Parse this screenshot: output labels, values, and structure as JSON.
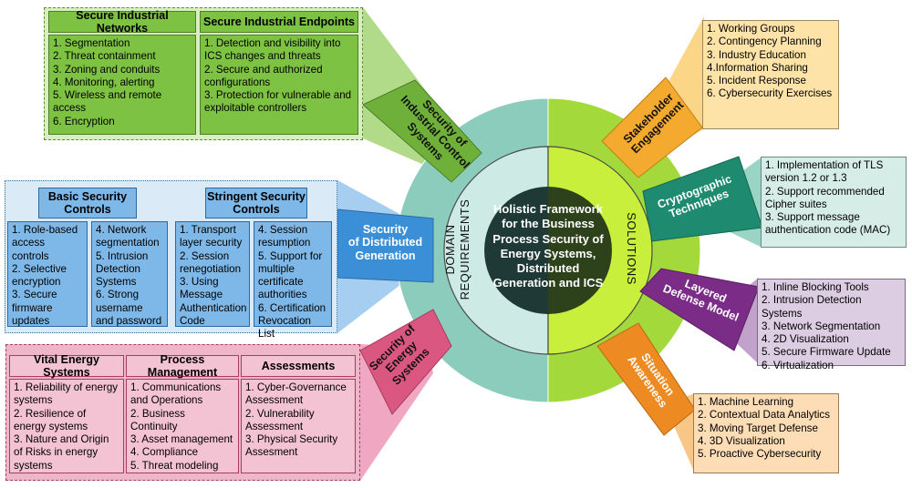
{
  "center": {
    "title": "Holistic Framework\nfor the Business\nProcess Security of\nEnergy Systems,\nDistributed\nGeneration and ICS"
  },
  "ring": {
    "left_label": "DOMAIN\nREQUIREMENTS",
    "right_label": "SOLUTIONS"
  },
  "colors": {
    "ics": "#7dc242",
    "distributed": "#3b8fd6",
    "energy": "#d95780",
    "stakeholder": "#f4a92f",
    "crypto": "#1e8a70",
    "defense": "#7b2c86",
    "situation": "#ee8a22"
  },
  "domains": {
    "ics": {
      "label": "Security of\nIndustrial Control\nSystems",
      "columns": [
        {
          "header": "Secure Industrial Networks",
          "body": "1. Segmentation\n2. Threat containment\n3. Zoning and conduits\n4. Monitoring, alerting\n5. Wireless and remote access\n6. Encryption"
        },
        {
          "header": "Secure Industrial Endpoints",
          "body": "1. Detection and visibility into ICS changes and threats\n2. Secure and authorized configurations\n3. Protection for vulnerable and exploitable controllers"
        }
      ]
    },
    "distributed": {
      "label": "Security\nof Distributed\nGeneration",
      "groups": [
        {
          "header": "Basic Security\nControls",
          "left": "1. Role-based access controls\n2. Selective encryption\n3. Secure firmware updates",
          "right": "4. Network segmentation\n5. Intrusion Detection Systems\n6. Strong username and password"
        },
        {
          "header": "Stringent Security\nControls",
          "left": "1. Transport layer security\n2. Session renegotiation\n3. Using Message Authentication Code",
          "right": "4. Session resumption\n5. Support for multiple certificate authorities\n6. Certification Revocation List"
        }
      ]
    },
    "energy": {
      "label": "Security of\nEnergy\nSystems",
      "columns": [
        {
          "header": "Vital Energy Systems",
          "body": "1. Reliability of energy systems\n2. Resilience of energy systems\n3. Nature and Origin of Risks in energy systems"
        },
        {
          "header": "Process Management",
          "body": "1. Communications and Operations\n2. Business Continuity\n3. Asset management\n4. Compliance\n5. Threat modeling"
        },
        {
          "header": "Assessments",
          "body": "1. Cyber-Governance Assessment\n2. Vulnerability Assessment\n3. Physical Security Assesment"
        }
      ]
    }
  },
  "solutions": {
    "stakeholder": {
      "label": "Stakeholder\nEngagement",
      "items": "1. Working Groups\n2. Contingency Planning\n3. Industry Education\n4.Information Sharing\n5. Incident Response\n6. Cybersecurity Exercises"
    },
    "crypto": {
      "label": "Cryptographic\nTechniques",
      "items": "1. Implementation of TLS version 1.2 or 1.3\n2. Support recommended Cipher suites\n3. Support message authentication code (MAC)"
    },
    "defense": {
      "label": "Layered\nDefense Model",
      "items": "1. Inline Blocking Tools\n2. Intrusion Detection Systems\n3. Network Segmentation\n4. 2D Visualization\n5. Secure Firmware Update\n6. Virtualization"
    },
    "situation": {
      "label": "Situation\nAwareness",
      "items": "1. Machine Learning\n2. Contextual Data Analytics\n3. Moving Target Defense\n4. 3D Visualization\n5. Proactive Cybersecurity"
    }
  }
}
